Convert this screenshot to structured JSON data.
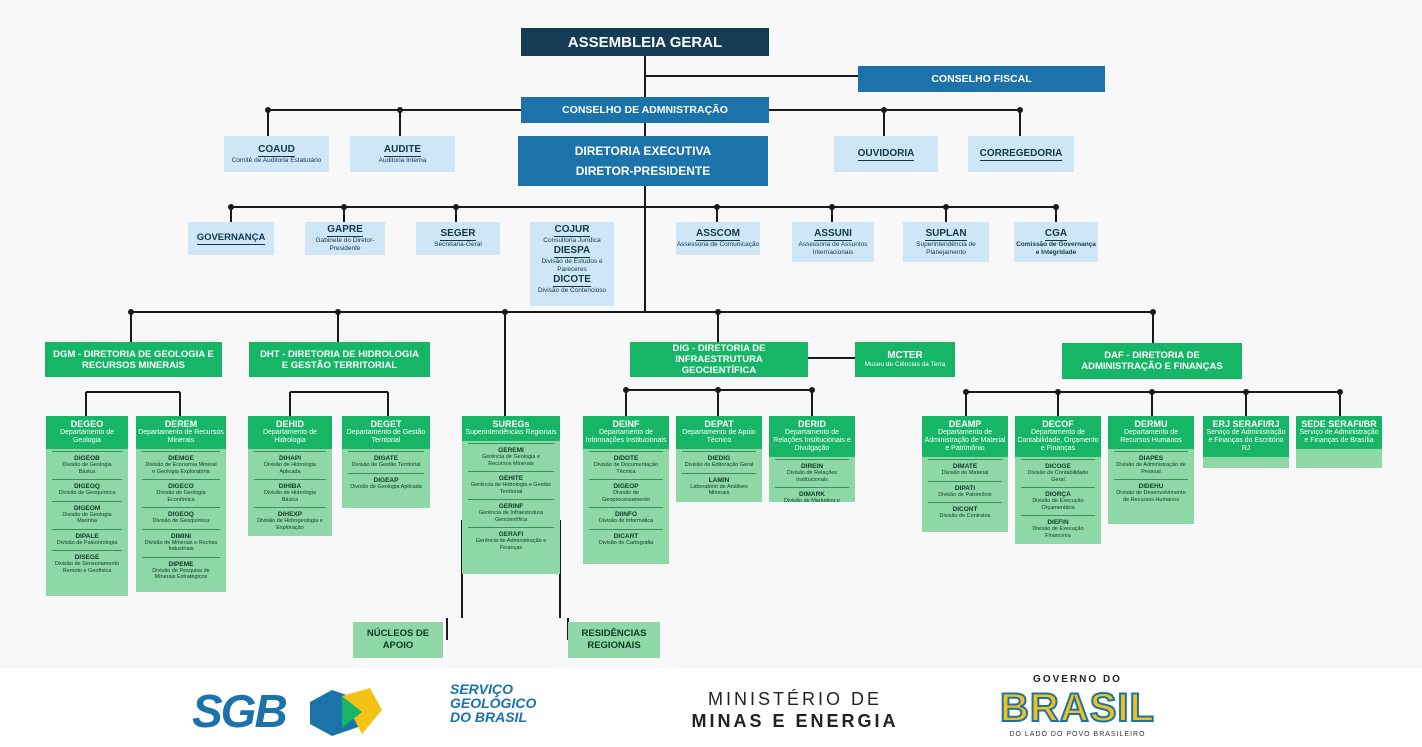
{
  "top": {
    "assembleia": "ASSEMBLEIA GERAL",
    "conselho_fiscal": "CONSELHO FISCAL",
    "conselho_adm": "CONSELHO DE ADMNISTRAÇÃO",
    "diretoria_exec_1": "DIRETORIA EXECUTIVA",
    "diretoria_exec_2": "DIRETOR-PRESIDENTE"
  },
  "level1": {
    "coaud": {
      "code": "COAUD",
      "name": "Comitê de Auditoria Estatutário"
    },
    "audite": {
      "code": "AUDITE",
      "name": "Auditoria Interna"
    },
    "ouvidoria": "OUVIDORIA",
    "corregedoria": "CORREGEDORIA"
  },
  "staff": {
    "governanca": "GOVERNANÇA",
    "gapre": {
      "code": "GAPRE",
      "name": "Gabinete do Diretor-Presidente"
    },
    "seger": {
      "code": "SEGER",
      "name": "Secretaria-Geral"
    },
    "cojur": {
      "code": "COJUR",
      "name": "Consultoria Jurídica"
    },
    "diespa": {
      "code": "DIESPA",
      "name": "Divisão de Estudos e Pareceres"
    },
    "dicote": {
      "code": "DICOTE",
      "name": "Divisão de Contencioso"
    },
    "asscom": {
      "code": "ASSCOM",
      "name": "Assessoria de Comunicação"
    },
    "assuni": {
      "code": "ASSUNI",
      "name": "Assessoria de Assuntos Internacionais"
    },
    "suplan": {
      "code": "SUPLAN",
      "name": "Superintendência de Planejamento"
    },
    "cga": {
      "code": "CGA",
      "name": "Comissão de Governança e Integridade"
    }
  },
  "directorates": {
    "dgm": "DGM - DIRETORIA DE GEOLOGIA E RECURSOS MINERAIS",
    "dht": "DHT - DIRETORIA DE HIDROLOGIA E GESTÃO TERRITORIAL",
    "dig": "DIG - DIRETORIA DE INFRAESTRUTURA GEOCIENTÍFICA",
    "mcter": {
      "code": "MCTER",
      "name": "Museu de Ciências da Terra"
    },
    "daf": "DAF - DIRETORIA DE ADMINISTRAÇÃO E FINANÇAS"
  },
  "columns": {
    "degeo": {
      "code": "DEGEO",
      "name": "Departamento de Geologia",
      "items": [
        {
          "code": "DIGEOB",
          "name": "Divisão de Geologia Básica"
        },
        {
          "code": "DIGEOQ",
          "name": "Divisão de Geoquímica"
        },
        {
          "code": "DIGEOM",
          "name": "Divisão de Geologia Marinha"
        },
        {
          "code": "DIPALE",
          "name": "Divisão de Paleontologia"
        },
        {
          "code": "DISEGE",
          "name": "Divisão de Sensoriamento Remoto e Geofísica"
        }
      ]
    },
    "derem": {
      "code": "DEREM",
      "name": "Departamento de Recursos Minerais",
      "items": [
        {
          "code": "DIEMGE",
          "name": "Divisão de Economia Mineral e Geologia Exploratória"
        },
        {
          "code": "DIGECO",
          "name": "Divisão de Geologia Econômica"
        },
        {
          "code": "DIGEOQ",
          "name": "Divisão de Geoquímica"
        },
        {
          "code": "DIMINI",
          "name": "Divisão de Minerais e Rochas Industriais"
        },
        {
          "code": "DIPEME",
          "name": "Divisão de Pesquisa de Minerais Estratégicos"
        }
      ]
    },
    "dehid": {
      "code": "DEHID",
      "name": "Departamento de Hidrologia",
      "items": [
        {
          "code": "DIHAPI",
          "name": "Divisão de Hidrologia Aplicada"
        },
        {
          "code": "DIHIBA",
          "name": "Divisão de Hidrologia Básica"
        },
        {
          "code": "DIHEXP",
          "name": "Divisão de Hidrogeologia e Exploração"
        }
      ]
    },
    "deget": {
      "code": "DEGET",
      "name": "Departamento de Gestão Territorial",
      "items": [
        {
          "code": "DIGATE",
          "name": "Divisão de Gestão Territorial"
        },
        {
          "code": "DIGEAP",
          "name": "Divisão de Geologia Aplicada"
        }
      ]
    },
    "suregs": {
      "code": "SUREGs",
      "name": "Superintendências Regionais",
      "items": [
        {
          "code": "GEREMI",
          "name": "Gerência de Geologia e Recursos Minerais"
        },
        {
          "code": "GEHITE",
          "name": "Gerência de Hidrologia e Gestão Territorial"
        },
        {
          "code": "GERINF",
          "name": "Gerência de Infraestrutura Geocientífica"
        },
        {
          "code": "GERAFI",
          "name": "Gerência de Administração e Finanças"
        }
      ]
    },
    "deinf": {
      "code": "DEINF",
      "name": "Departamento de Informações Institucionais",
      "items": [
        {
          "code": "DIDOTE",
          "name": "Divisão de Documentação Técnica"
        },
        {
          "code": "DIGEOP",
          "name": "Divisão de Geoprocessamento"
        },
        {
          "code": "DIINFO",
          "name": "Divisão de Informática"
        },
        {
          "code": "DICART",
          "name": "Divisão de Cartografia"
        }
      ]
    },
    "depat": {
      "code": "DEPAT",
      "name": "Departamento de Apoio Técnico",
      "items": [
        {
          "code": "DIEDIG",
          "name": "Divisão de Editoração Geral"
        },
        {
          "code": "LAMIN",
          "name": "Laboratório de Análises Minerais"
        }
      ]
    },
    "derid": {
      "code": "DERID",
      "name": "Departamento de Relações Institucionais e Divulgação",
      "items": [
        {
          "code": "DIREIN",
          "name": "Divisão de Relações Institucionais"
        },
        {
          "code": "DIMARK",
          "name": "Divisão de Marketing e Divulgação"
        }
      ]
    },
    "deamp": {
      "code": "DEAMP",
      "name": "Departamento de Administração de Material e Patrimônio",
      "items": [
        {
          "code": "DIMATE",
          "name": "Divisão de Material"
        },
        {
          "code": "DIPATI",
          "name": "Divisão de Patrimônio"
        },
        {
          "code": "DICONT",
          "name": "Divisão de Contratos"
        }
      ]
    },
    "decof": {
      "code": "DECOF",
      "name": "Departamento de Contabilidade, Orçamento e Finanças",
      "items": [
        {
          "code": "DICOGE",
          "name": "Divisão de Contabilidade Geral"
        },
        {
          "code": "DIORÇA",
          "name": "Divisão de Execução Orçamentária"
        },
        {
          "code": "DIEFIN",
          "name": "Divisão de Execução Financeira"
        }
      ]
    },
    "dermu": {
      "code": "DERMU",
      "name": "Departamento de Recursos Humanos",
      "items": [
        {
          "code": "DIAPES",
          "name": "Divisão de Administração de Pessoal"
        },
        {
          "code": "DIDEHU",
          "name": "Divisão de Desenvolvimento de Recursos Humanos"
        }
      ]
    },
    "erj": {
      "code": "ERJ SERAFI/RJ",
      "name": "Serviço de Administração e Finanças do Escritório RJ",
      "items": []
    },
    "sede": {
      "code": "SEDE SERAFI/BR",
      "name": "Serviço de Administração e Finanças de Brasília",
      "items": []
    }
  },
  "bottom": {
    "nucleos": "NÚCLEOS DE APOIO",
    "residencias": "RESIDÊNCIAS REGIONAIS"
  },
  "footer": {
    "sgb": "SGB",
    "sgb_sub_1": "SERVIÇO",
    "sgb_sub_2": "GEOLÓGICO",
    "sgb_sub_3": "DO BRASIL",
    "ministerio_1": "MINISTÉRIO DE",
    "ministerio_2": "MINAS E ENERGIA",
    "gov_1": "GOVERNO DO",
    "gov_2": "BRASIL",
    "gov_3": "DO LADO DO POVO BRASILEIRO"
  },
  "colors": {
    "dark_navy": "#143d55",
    "blue": "#1c73a9",
    "light_blue": "#cfe6f6",
    "green": "#17b566",
    "light_green": "#8ed8a7"
  }
}
